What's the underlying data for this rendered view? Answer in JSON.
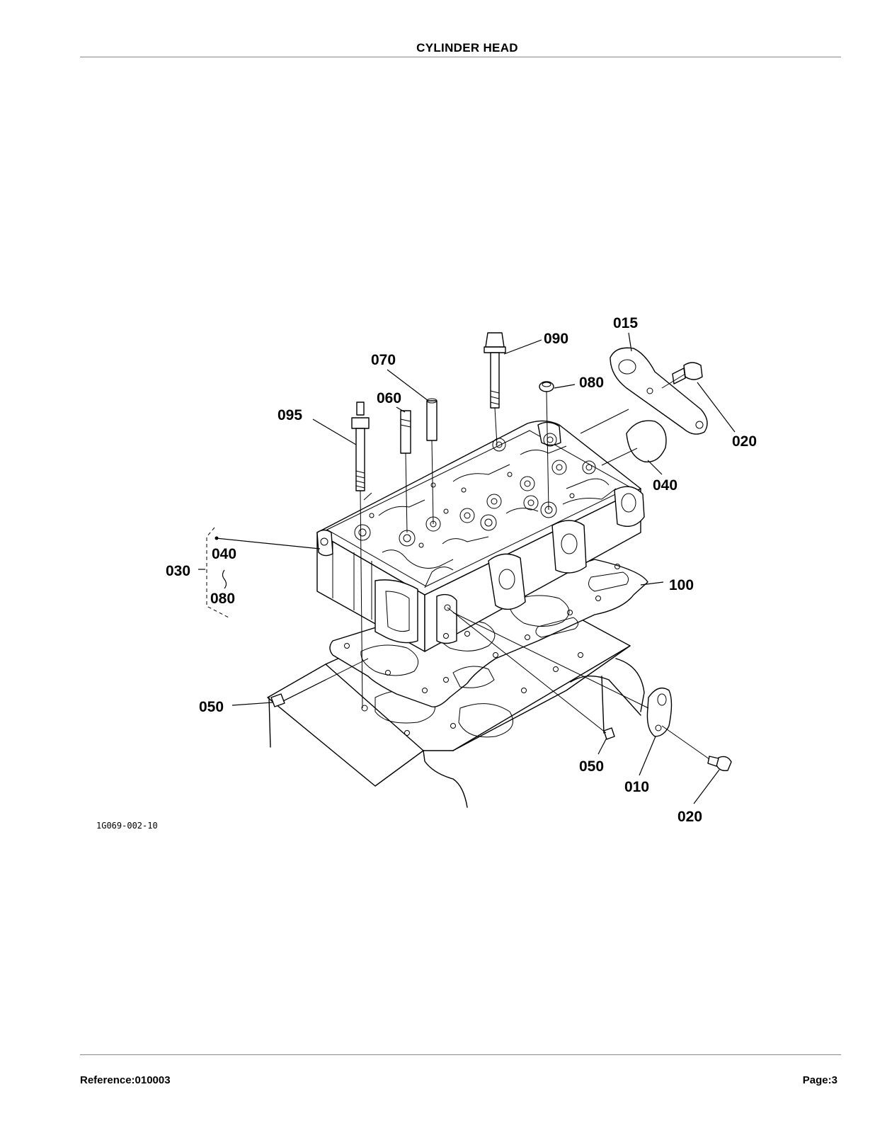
{
  "header": {
    "title": "CYLINDER HEAD"
  },
  "figure": {
    "id": "1G069-002-10",
    "callouts": {
      "c015": "015",
      "c090": "090",
      "c070": "070",
      "c080_top": "080",
      "c060": "060",
      "c095": "095",
      "c020_top": "020",
      "c040_right": "040",
      "c030": "030",
      "c040_left": "040",
      "c080_left": "080",
      "c100": "100",
      "c050_left": "050",
      "c050_right": "050",
      "c010": "010",
      "c020_bottom": "020"
    }
  },
  "footer": {
    "reference": "Reference:010003",
    "page": "Page:3"
  }
}
